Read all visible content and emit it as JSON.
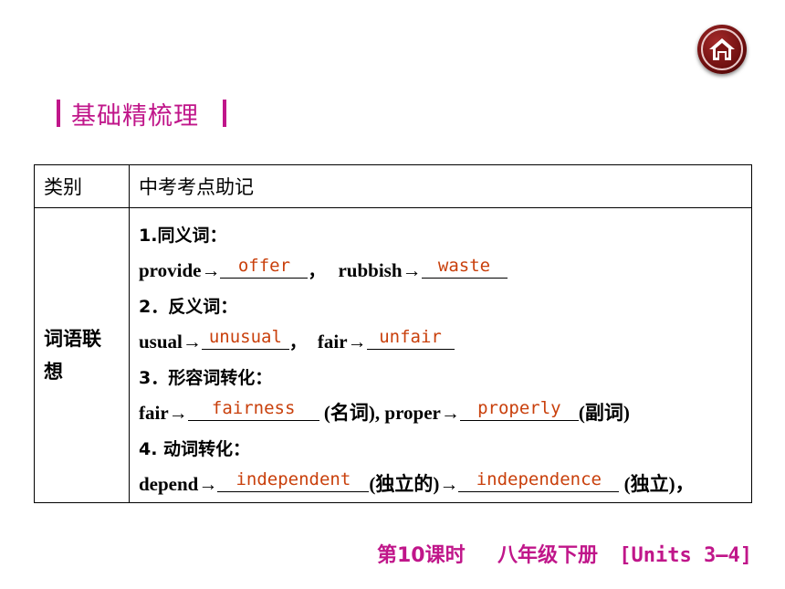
{
  "header": {
    "section_title": "基础精梳理",
    "home_icon": "home-icon"
  },
  "table": {
    "col_category": "类别",
    "col_hints": "中考考点助记",
    "category": "词语联想",
    "items": {
      "synonym_title": "1.同义词：",
      "provide": "provide→",
      "provide_answer": "offer",
      "comma1": "，",
      "rubbish": "rubbish→",
      "rubbish_answer": "waste",
      "antonym_title": "2．反义词：",
      "usual": "usual→",
      "usual_answer": "unusual",
      "comma2": "，",
      "fair": "fair→",
      "fair_answer": "unfair",
      "adj_title": "3．形容词转化：",
      "fair2": "fair→",
      "fair2_answer": "fairness",
      "noun_note": "(名词), proper→",
      "proper_answer": "properly",
      "adv_note": "(副词)",
      "verb_title": "4. 动词转化：",
      "depend": "depend→",
      "depend_answer": "independent",
      "indep_adj_note": "(独立的)→",
      "indep_noun_answer": "independence",
      "indep_noun_note": "(独立)，"
    }
  },
  "footer": {
    "lesson": "第10课时",
    "grade": "八年级下册",
    "units": "[Units 3—4]"
  },
  "colors": {
    "accent": "#c0168a",
    "answer": "#c9400c",
    "home_button": "#7a1515"
  }
}
